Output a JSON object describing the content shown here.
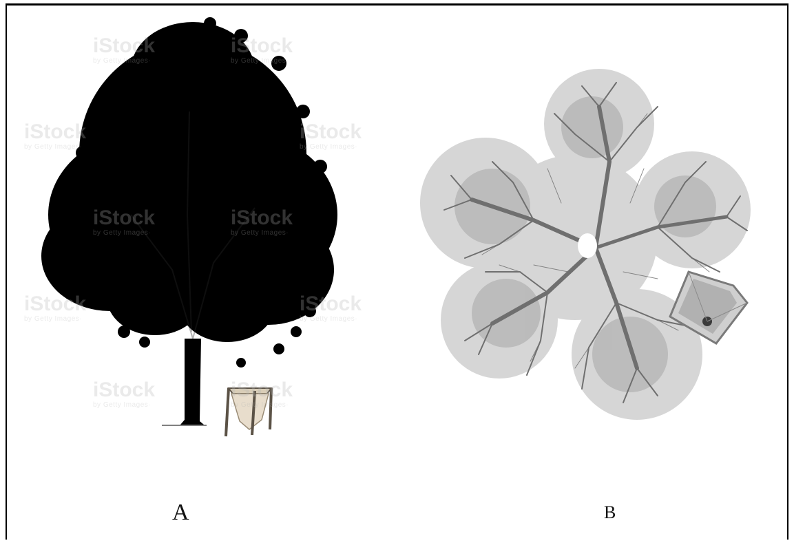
{
  "figure": {
    "panels": [
      {
        "id": "A",
        "label": "A",
        "watermark": {
          "brand": "iStock",
          "tagline": "by Getty Images·"
        }
      },
      {
        "id": "B",
        "label": "B"
      }
    ]
  },
  "colors": {
    "tree_silhouette": "#000000",
    "branches": "#6f6f6f",
    "foliage_top_view": "#a8a8a8",
    "trap_fabric": "#e8ddcc",
    "trap_frame": "#5b5246",
    "watermark": "#b4b4b4"
  }
}
